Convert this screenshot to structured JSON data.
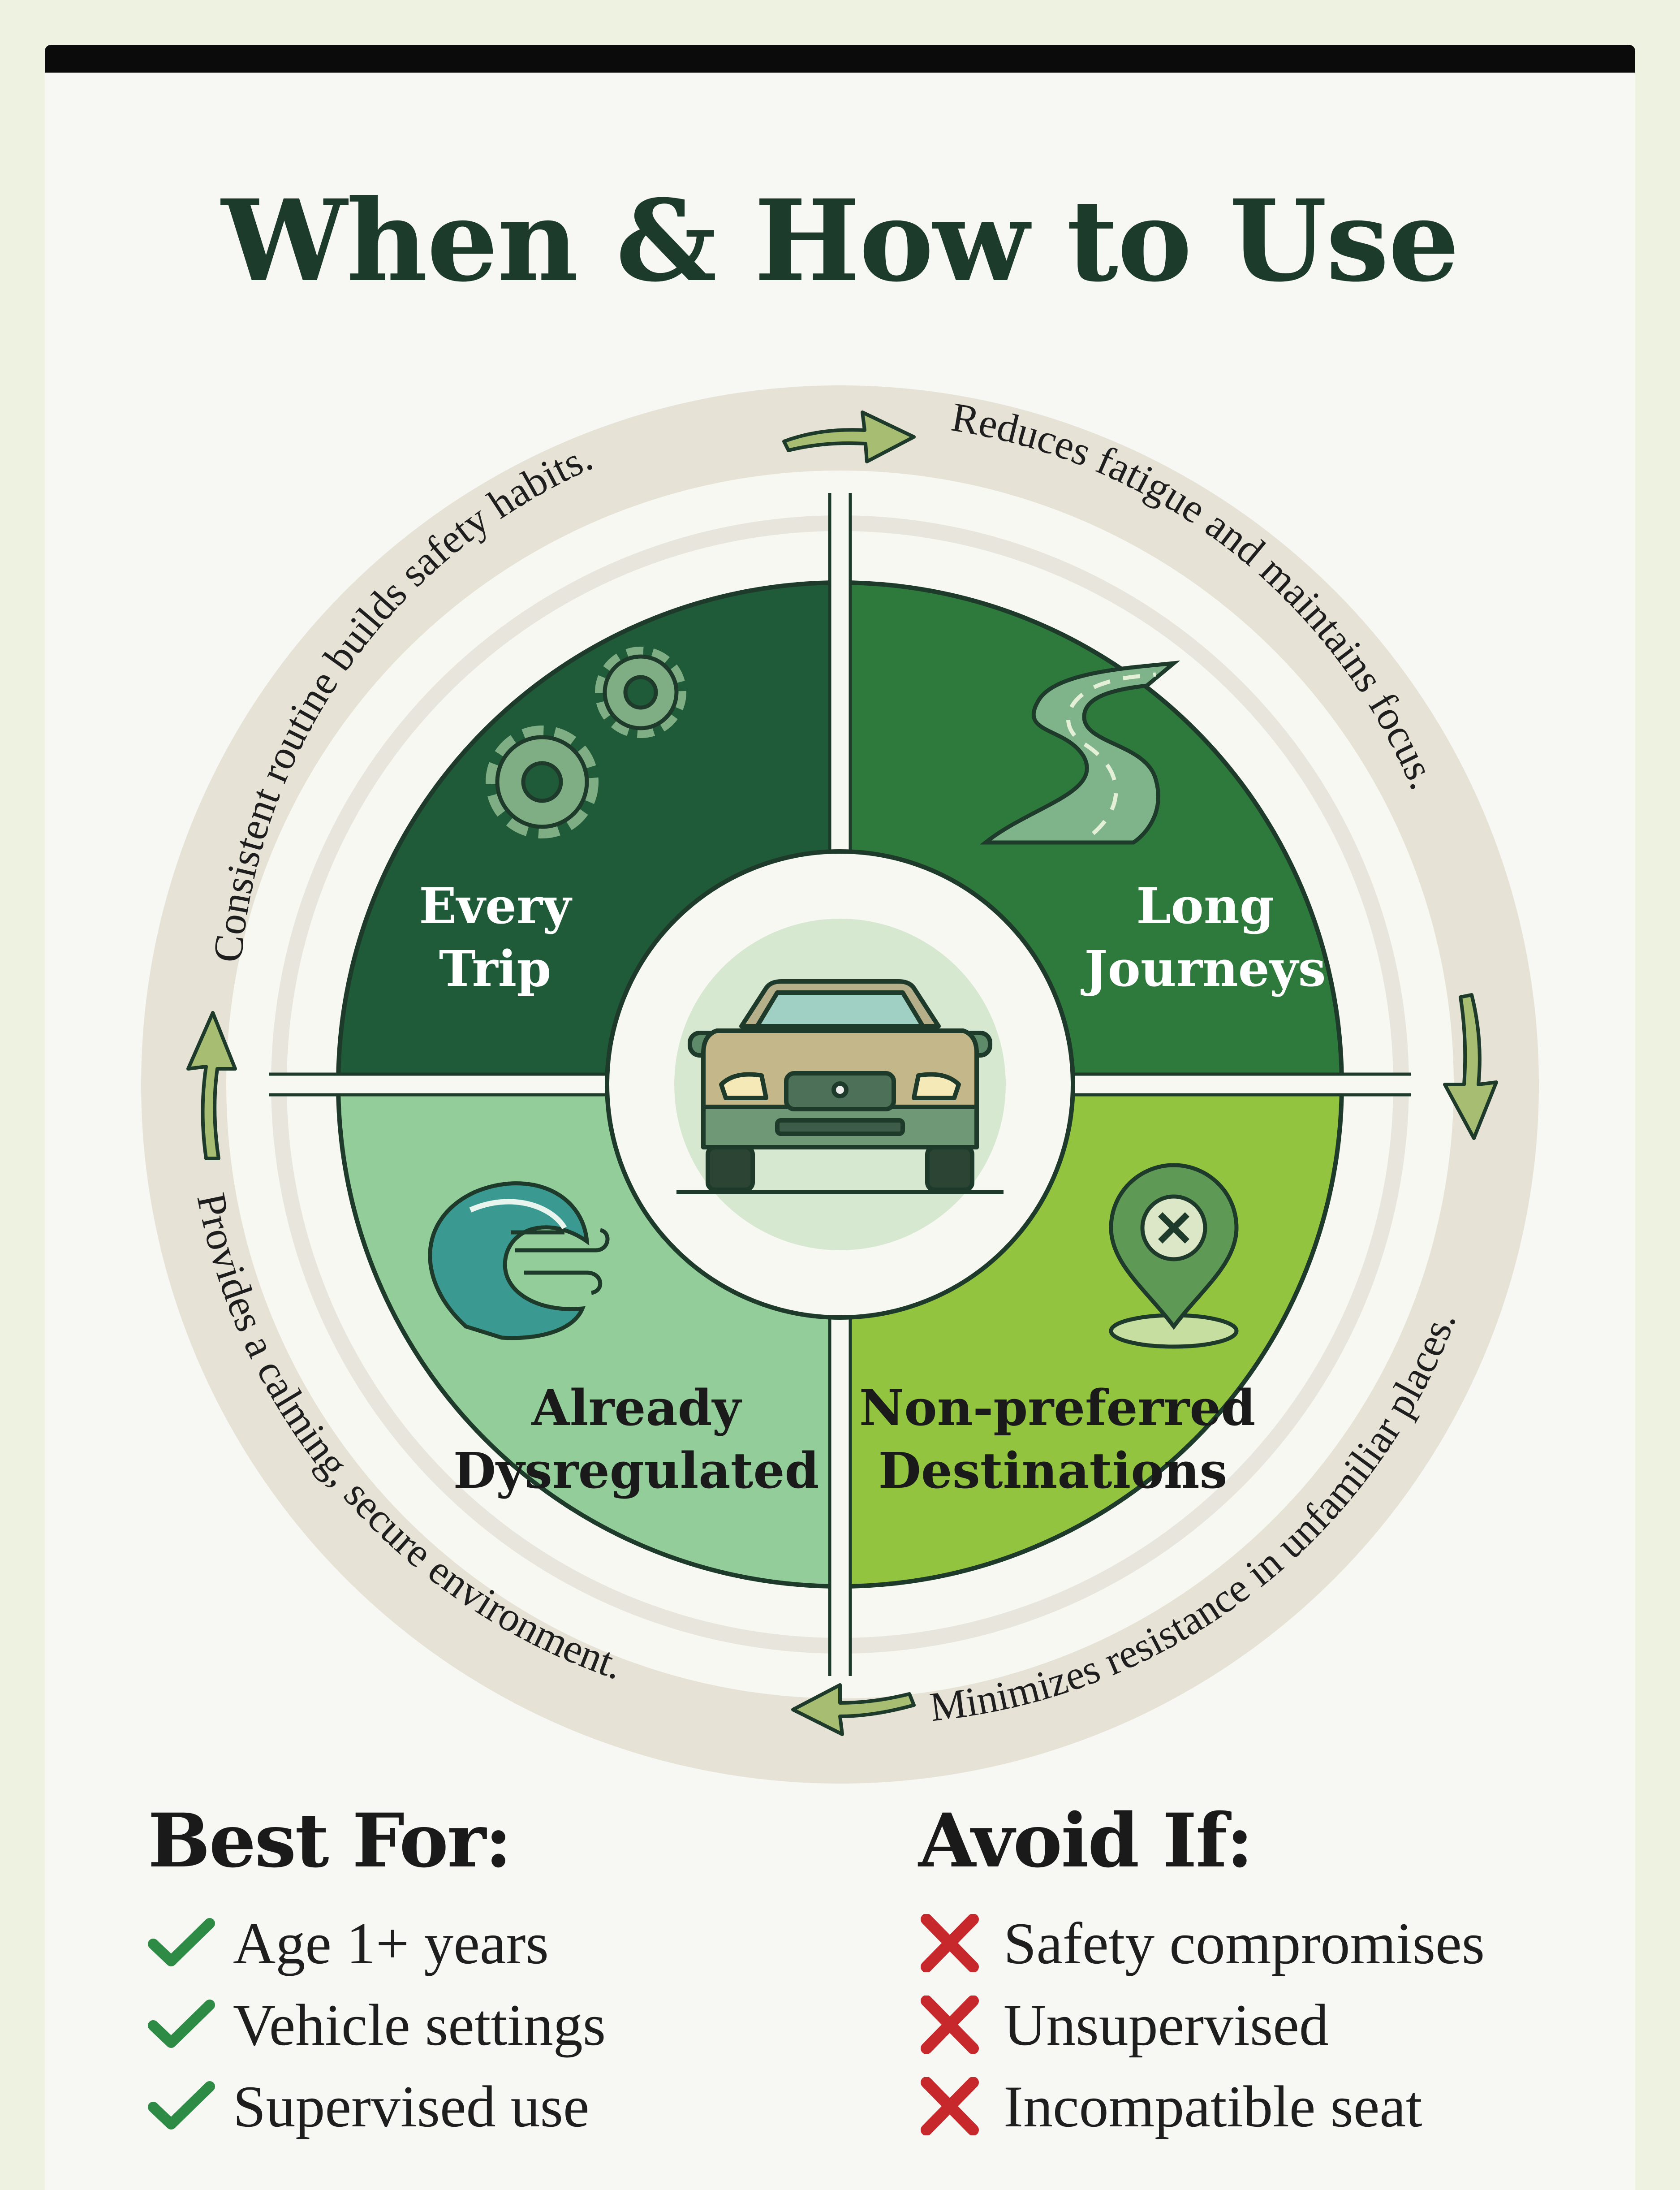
{
  "title": "When & How to Use",
  "quadrants": [
    {
      "line1": "Every",
      "line2": "Trip",
      "icon": "gears-icon",
      "color": "#1f5b38"
    },
    {
      "line1": "Long",
      "line2": "Journeys",
      "icon": "winding-road-icon",
      "color": "#2e7a3c"
    },
    {
      "line1": "Already",
      "line2": "Dysregulated",
      "icon": "wave-wind-icon",
      "color": "#93cd9a"
    },
    {
      "line1": "Non-preferred",
      "line2": "Destinations",
      "icon": "location-pin-x-icon",
      "color": "#92c43f"
    }
  ],
  "center_icon": "car-icon",
  "ring_texts": {
    "top_left": "Consistent routine builds safety habits.",
    "top_right": "Reduces fatigue and maintains focus.",
    "bottom_right": "Minimizes resistance in unfamiliar places.",
    "bottom_left": "Provides a calming, secure environment."
  },
  "best_for": {
    "heading": "Best For:",
    "items": [
      "Age 1+ years",
      "Vehicle settings",
      "Supervised use"
    ],
    "icon": "checkmark-icon",
    "color": "#2e8b45"
  },
  "avoid_if": {
    "heading": "Avoid If:",
    "items": [
      "Safety compromises",
      "Unsupervised",
      "Incompatible seat"
    ],
    "icon": "x-mark-icon",
    "color": "#c7282c"
  }
}
